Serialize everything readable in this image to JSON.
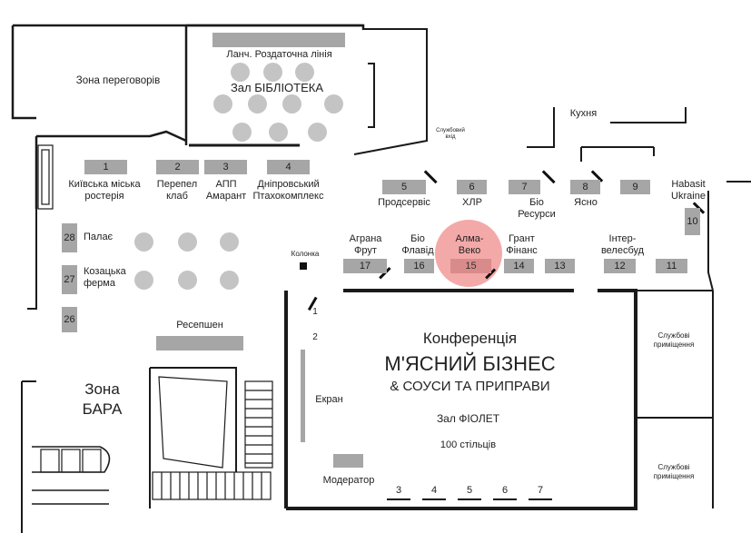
{
  "colors": {
    "wall": "#1a1a1a",
    "booth_fill": "#a6a6a6",
    "table_fill": "#c4c4c4",
    "highlight_circle": "#f29a9a",
    "highlight_booth": "#d98b8b"
  },
  "rooms": {
    "negotiation_zone": "Зона переговорів",
    "library_line": "Ланч. Роздаточна лінія",
    "library_hall": "Зал БІБЛІОТЕКА",
    "service_entrance": "Службовий вхід",
    "kitchen": "Кухня",
    "column": "Колонка",
    "reception": "Ресепшен",
    "bar_zone": "Зона БАРА",
    "service_rooms_1": "Службові приміщення",
    "service_rooms_2": "Службові приміщення"
  },
  "conference": {
    "title": "Конференція",
    "subtitle": "М'ЯСНИЙ БІЗНЕС",
    "subtitle2": "& СОУСИ ТА ПРИПРАВИ",
    "hall": "Зал ФІОЛЕТ",
    "seats": "100 стільців",
    "screen": "Екран",
    "moderator": "Модератор",
    "marks": [
      "1",
      "2"
    ],
    "speaker_seats": [
      "3",
      "4",
      "5",
      "6",
      "7"
    ]
  },
  "booths": [
    {
      "n": "1",
      "name": "Київська міська ростерія"
    },
    {
      "n": "2",
      "name": "Перепел клаб"
    },
    {
      "n": "3",
      "name": "АПП Амарант"
    },
    {
      "n": "4",
      "name": "Дніпровський Птахокомплекс"
    },
    {
      "n": "5",
      "name": "Продсервіс"
    },
    {
      "n": "6",
      "name": "ХЛР"
    },
    {
      "n": "7",
      "name": "Біо Ресурси"
    },
    {
      "n": "8",
      "name": "Ясно"
    },
    {
      "n": "9",
      "name": ""
    },
    {
      "n": "10",
      "name": "Habasit Ukraine"
    },
    {
      "n": "11",
      "name": ""
    },
    {
      "n": "12",
      "name": "Інтер-велесбуд"
    },
    {
      "n": "13",
      "name": ""
    },
    {
      "n": "14",
      "name": "Грант Фінанс"
    },
    {
      "n": "15",
      "name": "Алма-Веко",
      "highlighted": true
    },
    {
      "n": "16",
      "name": "Біо Флавід"
    },
    {
      "n": "17",
      "name": "Аграна Фрут"
    },
    {
      "n": "26",
      "name": ""
    },
    {
      "n": "27",
      "name": "Козацька ферма"
    },
    {
      "n": "28",
      "name": "Палає"
    }
  ]
}
